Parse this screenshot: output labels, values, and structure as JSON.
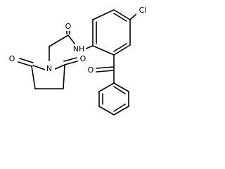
{
  "structure": {
    "atom_labels": {
      "amide_oxygen": "O",
      "amide_nitrogen": "NH",
      "imide_nitrogen": "N",
      "imide_oxygen_left": "O",
      "imide_oxygen_right": "O",
      "ketone_oxygen": "O",
      "chlorine": "Cl"
    },
    "colors": {
      "bond": "#000000",
      "label": "#000000",
      "background": "#ffffff"
    }
  }
}
